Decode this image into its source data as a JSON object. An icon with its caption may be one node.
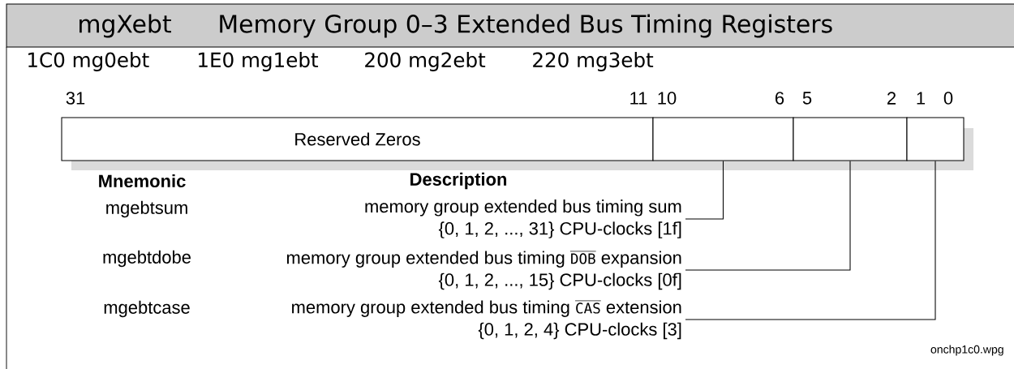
{
  "diagram": {
    "title": "Memory Group 0–3 Extended Bus Timing Registers",
    "nodes": [
      {
        "text": [
          "Reserved Zeros"
        ]
      },
      {
        "text": [],
        "shape": "box"
      },
      {
        "text": [],
        "shape": "box"
      },
      {
        "text": [],
        "shape": "box"
      },
      {
        "text": [
          "memory group extended bus timing sum",
          "{0, 1, 2, ..., 31} CPU-clocks [1f]"
        ]
      },
      {
        "text": [
          "memory group extended bus timing",
          "DOB",
          "expansion",
          "{0, 1, 2, ..., 15} CPU-clocks [0f]"
        ]
      },
      {
        "text": [
          "memory group extended bus timing",
          "CAS",
          "extension",
          "{0, 1, 2, 4} CPU-clocks [3]"
        ]
      }
    ],
    "edges": [
      {
        "from": 4,
        "to": 1,
        "arrow": "none"
      },
      {
        "from": 5,
        "to": 2,
        "arrow": "none"
      },
      {
        "from": 6,
        "to": 3,
        "arrow": "none"
      }
    ],
    "labels": [
      "mgXebt",
      "1C0 mg0ebt",
      "1E0 mg1ebt",
      "200 mg2ebt",
      "220 mg3ebt",
      "31",
      "11",
      "10",
      "6",
      "5",
      "2",
      "1",
      "0",
      "Mnemonic",
      "Description",
      "mgebtsum",
      "mgebtdobe",
      "mgebtcase",
      "onchp1c0.wpg"
    ]
  }
}
